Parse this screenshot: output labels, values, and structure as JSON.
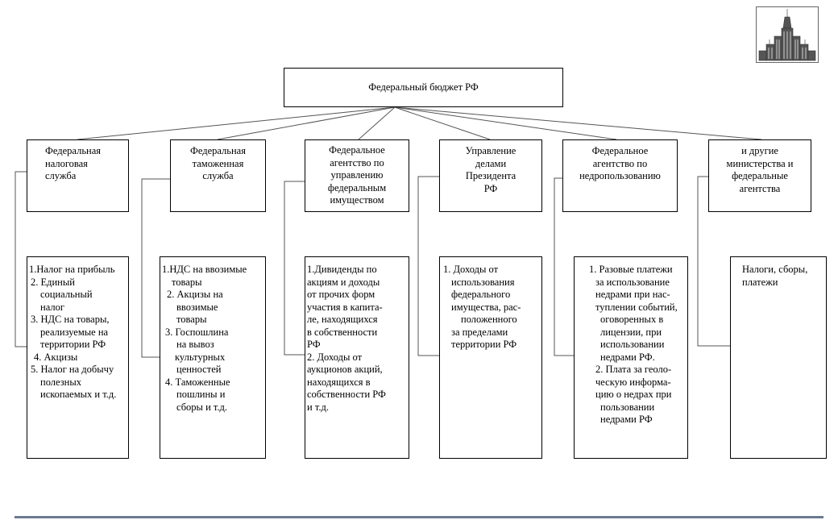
{
  "root": {
    "label": "Федеральный бюджет РФ"
  },
  "agencies": [
    {
      "lines": [
        "Федеральная",
        "налоговая",
        "служба"
      ]
    },
    {
      "lines": [
        "Федеральная",
        "таможенная",
        "служба"
      ]
    },
    {
      "lines": [
        "Федеральное",
        "агентство по",
        "управлению",
        "федеральным",
        "имуществом"
      ]
    },
    {
      "lines": [
        "Управление",
        "делами",
        "Президента",
        "РФ"
      ]
    },
    {
      "lines": [
        "Федеральное",
        "агентство по",
        "недропользованию"
      ]
    },
    {
      "lines": [
        "и другие",
        "министерства и",
        "федеральные",
        "агентства"
      ]
    }
  ],
  "revenues": [
    {
      "lines": [
        "1.Налог на прибыль",
        "2. Единый",
        "социальный",
        "налог",
        "3. НДС на товары,",
        "реализуемые на",
        "территории РФ",
        "4. Акцизы",
        "5. Налог на добычу",
        "полезных",
        "ископаемых и т.д."
      ]
    },
    {
      "lines": [
        "1.НДС на ввозимые",
        "товары",
        "2. Акцизы на",
        "ввозимые",
        "товары",
        "3. Госпошлина",
        "на вывоз",
        "культурных",
        "ценностей",
        "4. Таможенные",
        "пошлины и",
        "сборы и т.д."
      ]
    },
    {
      "lines": [
        "1.Дивиденды по",
        "акциям и доходы",
        "от прочих форм",
        "участия в капита-",
        "ле, находящихся",
        "в собственности",
        "РФ",
        "2. Доходы от",
        "аукционов акций,",
        "находящихся в",
        "собственности РФ",
        "и т.д."
      ]
    },
    {
      "lines": [
        "1. Доходы от",
        "использования",
        "федерального",
        "имущества, рас-",
        "положенного",
        "за пределами",
        "территории РФ"
      ]
    },
    {
      "lines": [
        "1. Разовые платежи",
        "за использование",
        "недрами при нас-",
        "туплении событий,",
        "оговоренных в",
        "лицензии, при",
        "использовании",
        "недрами РФ.",
        "2. Плата за геоло-",
        "ческую информа-",
        "цию о недрах при",
        "пользовании",
        "недрами РФ"
      ]
    },
    {
      "lines": [
        "Налоги, сборы,",
        "платежи"
      ]
    }
  ]
}
